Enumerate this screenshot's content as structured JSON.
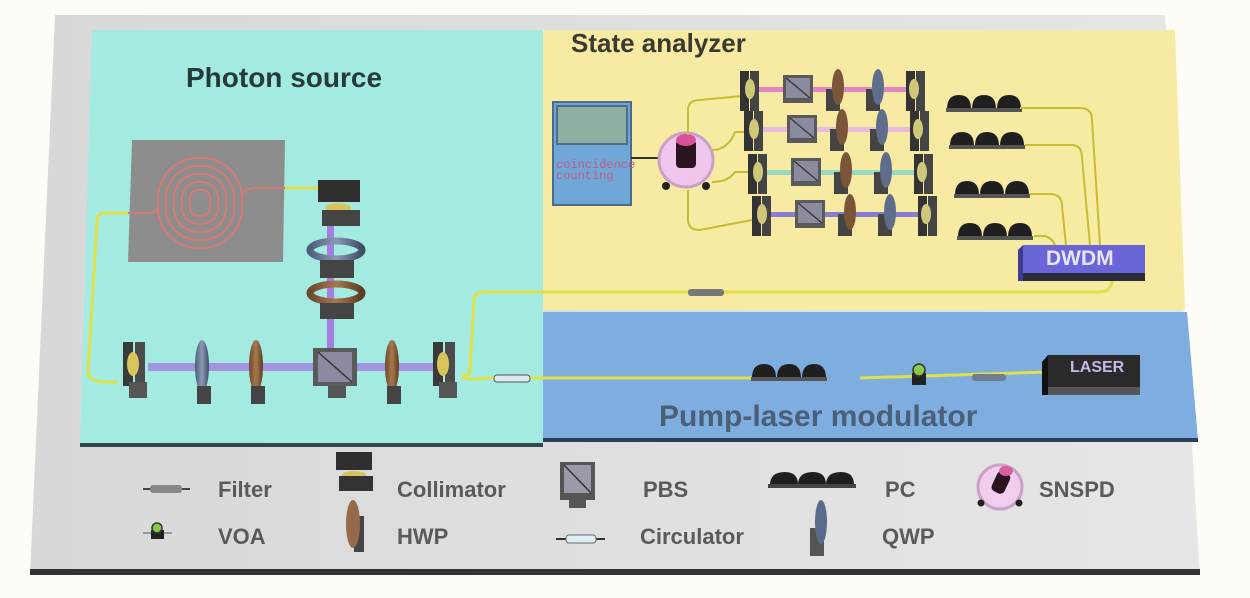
{
  "title": "Quantum photonic experimental setup schematic",
  "regions": {
    "photon_source": {
      "label": "Photon source",
      "color": "#a3ebe1"
    },
    "state_analyzer": {
      "label": "State analyzer",
      "color": "#f7eaa3"
    },
    "pump_laser_modulator": {
      "label": "Pump-laser modulator",
      "color": "#7eaedf"
    }
  },
  "devices": {
    "coincidence_counting": "coincidence counting",
    "dwdm": "DWDM",
    "laser": "LASER"
  },
  "analyzer_beam_colors": [
    "#e07ac8",
    "#e6b5e4",
    "#8ed6c4",
    "#7a72d8"
  ],
  "legend": [
    {
      "id": "filter",
      "label": "Filter",
      "icon": "filter-icon"
    },
    {
      "id": "collimator",
      "label": "Collimator",
      "icon": "collimator-icon"
    },
    {
      "id": "pbs",
      "label": "PBS",
      "icon": "pbs-icon"
    },
    {
      "id": "pc",
      "label": "PC",
      "icon": "polarization-controller-icon"
    },
    {
      "id": "snspd",
      "label": "SNSPD",
      "icon": "snspd-icon"
    },
    {
      "id": "voa",
      "label": "VOA",
      "icon": "voa-icon"
    },
    {
      "id": "hwp",
      "label": "HWP",
      "icon": "half-wave-plate-icon"
    },
    {
      "id": "circulator",
      "label": "Circulator",
      "icon": "circulator-icon"
    },
    {
      "id": "qwp",
      "label": "QWP",
      "icon": "quarter-wave-plate-icon"
    }
  ]
}
